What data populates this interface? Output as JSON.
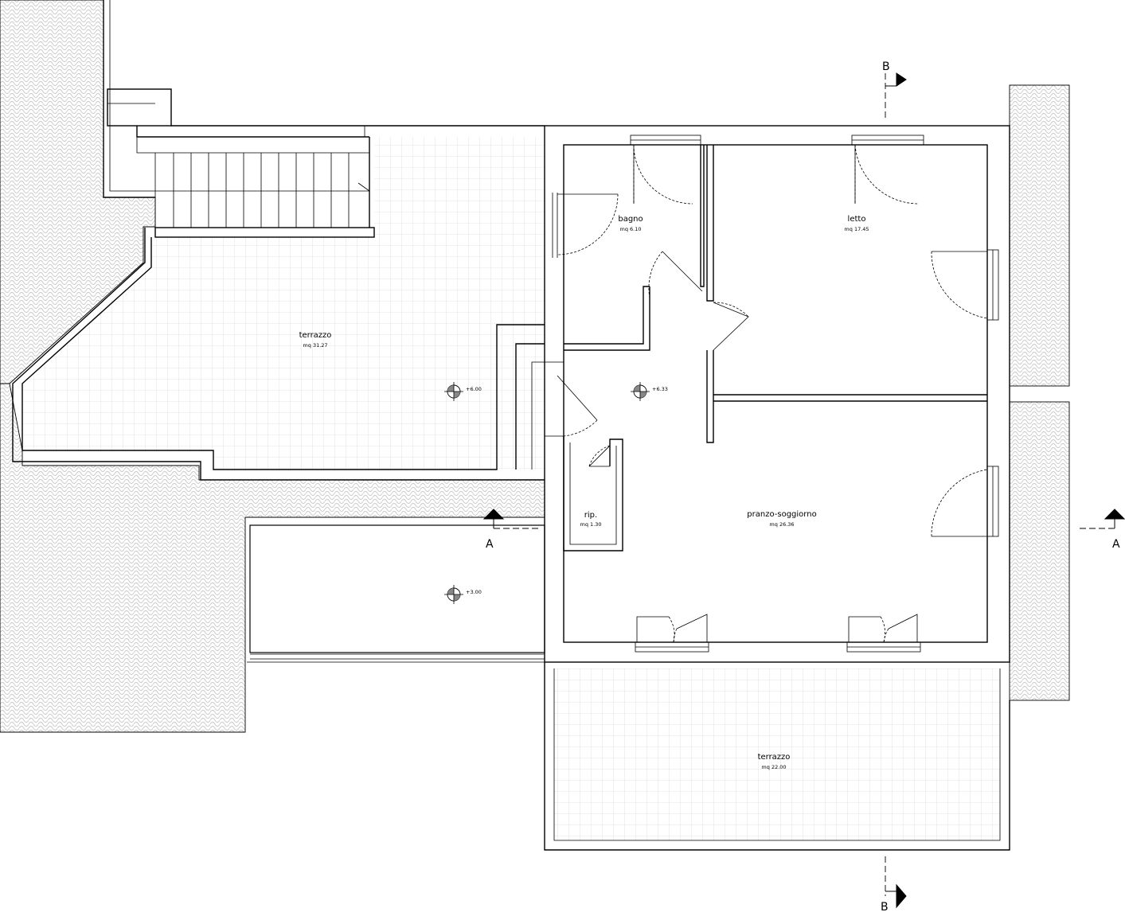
{
  "rooms": {
    "bagno": {
      "name": "bagno",
      "area": "mq 6.10"
    },
    "letto": {
      "name": "letto",
      "area": "mq 17.45"
    },
    "terrazzo_upper": {
      "name": "terrazzo",
      "area": "mq 31.27"
    },
    "rip": {
      "name": "rip.",
      "area": "mq 1.30"
    },
    "pranzo": {
      "name": "pranzo-soggiorno",
      "area": "mq 26.36"
    },
    "terrazzo_lower": {
      "name": "terrazzo",
      "area": "mq 22.00"
    }
  },
  "levels": {
    "terrace_upper": "+6.00",
    "interior": "+6.33",
    "lower": "+3.00"
  },
  "sections": {
    "a_left": "A",
    "a_right": "A",
    "b_top": "B",
    "b_bottom": "B"
  },
  "colors": {
    "line": "#000000",
    "tile_grid": "#cfcfcf",
    "roof_tiles": "#c8c8c8"
  }
}
